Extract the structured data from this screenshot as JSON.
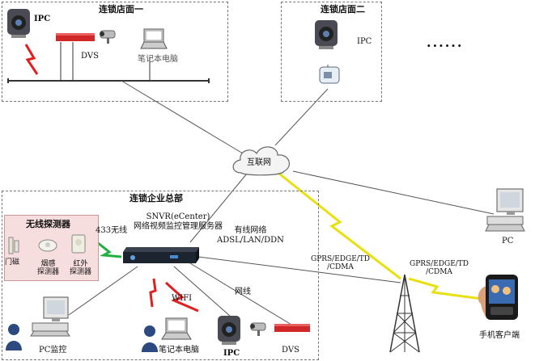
{
  "stores": {
    "store1": {
      "title": "连锁店面一",
      "ipc": "IPC",
      "dvs": "DVS",
      "laptop": "笔记本电脑"
    },
    "store2": {
      "title": "连锁店面二",
      "ipc": "IPC"
    },
    "more": "......"
  },
  "internet": "互联网",
  "hq": {
    "title": "连锁企业总部",
    "wireless_panel": {
      "title": "无线探测器",
      "items": [
        "门磁",
        "烟感\n探测器",
        "红外\n探测器"
      ]
    },
    "wireless_433": "433无线",
    "server": "SNVR(eCenter)\n网络视频监控管理服务器",
    "wired": "有线网络\nADSL/LAN/DDN",
    "wifi": "WIFI",
    "lan": "网线",
    "pc_monitor": "PC监控",
    "laptop": "笔记本电脑",
    "ipc": "IPC",
    "dvs": "DVS"
  },
  "gprs_left": "GPRS/EDGE/TD\n/CDMA",
  "gprs_right": "GPRS/EDGE/TD\n/CDMA",
  "pc": "PC",
  "mobile": "手机客户端",
  "colors": {
    "lightning_red": "#e02020",
    "lightning_yellow": "#e8e010",
    "lightning_green": "#20b040",
    "dvs_red": "#d02828"
  }
}
